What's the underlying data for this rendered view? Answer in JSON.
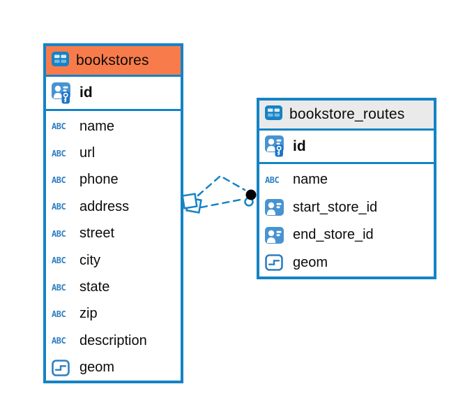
{
  "diagram": {
    "colors": {
      "accent": "#1583C5",
      "icon_blue": "#4793D2",
      "abc_blue": "#2E7FC1",
      "key_blue": "#1C76C9",
      "bookstores_header": "#F87C4B",
      "bookstore_routes_header": "#EAEAEA",
      "text": "#0b0b0b",
      "background": "#ffffff"
    },
    "tables": [
      {
        "name": "bookstores",
        "header_color": "#F87C4B",
        "header_icon": "table-icon",
        "primary_keys": [
          {
            "name": "id",
            "icon": "person-key-icon"
          }
        ],
        "columns": [
          {
            "name": "name",
            "icon": "abc-icon"
          },
          {
            "name": "url",
            "icon": "abc-icon"
          },
          {
            "name": "phone",
            "icon": "abc-icon"
          },
          {
            "name": "address",
            "icon": "abc-icon"
          },
          {
            "name": "street",
            "icon": "abc-icon"
          },
          {
            "name": "city",
            "icon": "abc-icon"
          },
          {
            "name": "state",
            "icon": "abc-icon"
          },
          {
            "name": "zip",
            "icon": "abc-icon"
          },
          {
            "name": "description",
            "icon": "abc-icon"
          },
          {
            "name": "geom",
            "icon": "geometry-icon"
          }
        ]
      },
      {
        "name": "bookstore_routes",
        "header_color": "#EAEAEA",
        "header_icon": "table-icon",
        "primary_keys": [
          {
            "name": "id",
            "icon": "person-key-icon"
          }
        ],
        "columns": [
          {
            "name": "name",
            "icon": "abc-icon"
          },
          {
            "name": "start_store_id",
            "icon": "person-icon"
          },
          {
            "name": "end_store_id",
            "icon": "person-icon"
          },
          {
            "name": "geom",
            "icon": "geometry-icon"
          }
        ]
      }
    ],
    "relationship": {
      "from_table": "bookstores",
      "to_table": "bookstore_routes",
      "line_style": "dashed",
      "abc_label": "ABC"
    }
  }
}
